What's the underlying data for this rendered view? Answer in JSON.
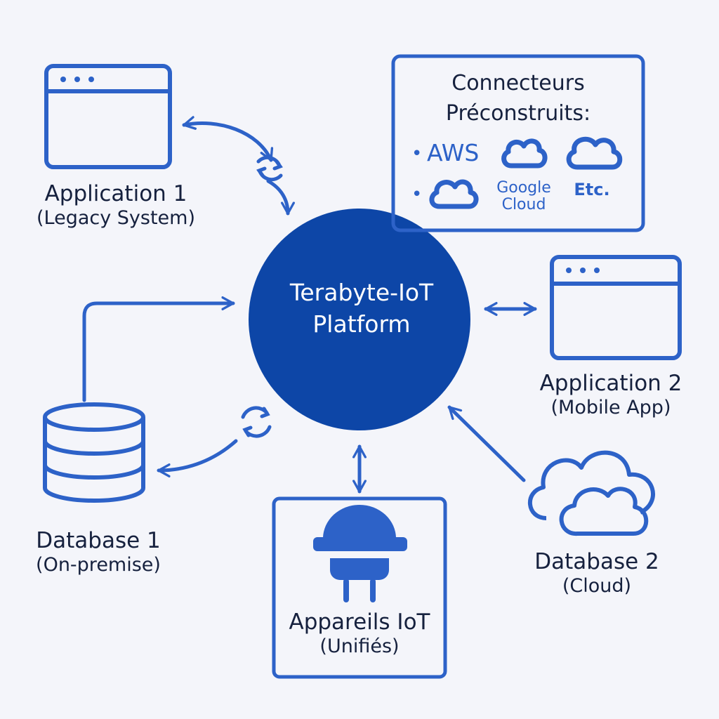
{
  "hub": {
    "line1": "Terabyte-IoT",
    "line2": "Platform"
  },
  "nodes": {
    "app1": {
      "name": "Application 1",
      "sub": "(Legacy System)"
    },
    "app2": {
      "name": "Application 2",
      "sub": "(Mobile App)"
    },
    "db1": {
      "name": "Database 1",
      "sub": "(On-premise)"
    },
    "db2": {
      "name": "Database 2",
      "sub": "(Cloud)"
    },
    "iot": {
      "name": "Appareils IoT",
      "sub": "(Unifiés)"
    }
  },
  "connectors": {
    "title_line1": "Connecteurs",
    "title_line2": "Préconstruits:",
    "aws": "AWS",
    "google_line1": "Google",
    "google_line2": "Cloud",
    "etc": "Etc.",
    "bullets": [
      "•",
      "•"
    ]
  },
  "colors": {
    "primary_blue": "#2d62c8",
    "hub_blue": "#0d46a7",
    "text_dark": "#16213e",
    "background": "#f4f5fa"
  }
}
